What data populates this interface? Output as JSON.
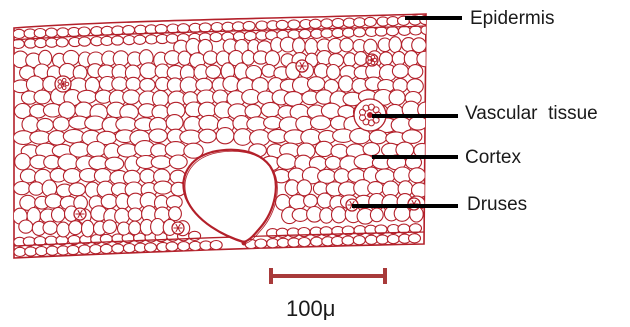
{
  "labels": {
    "epidermis": "Epidermis",
    "vascular_tissue": "Vascular  tissue",
    "cortex": "Cortex",
    "druses": "Druses"
  },
  "scale_bar": {
    "text": "100μ"
  },
  "colors": {
    "tissue_line": "#b3202a",
    "tissue_fill": "#ffffff",
    "pointer": "#000000",
    "text": "#1a1a1a"
  }
}
